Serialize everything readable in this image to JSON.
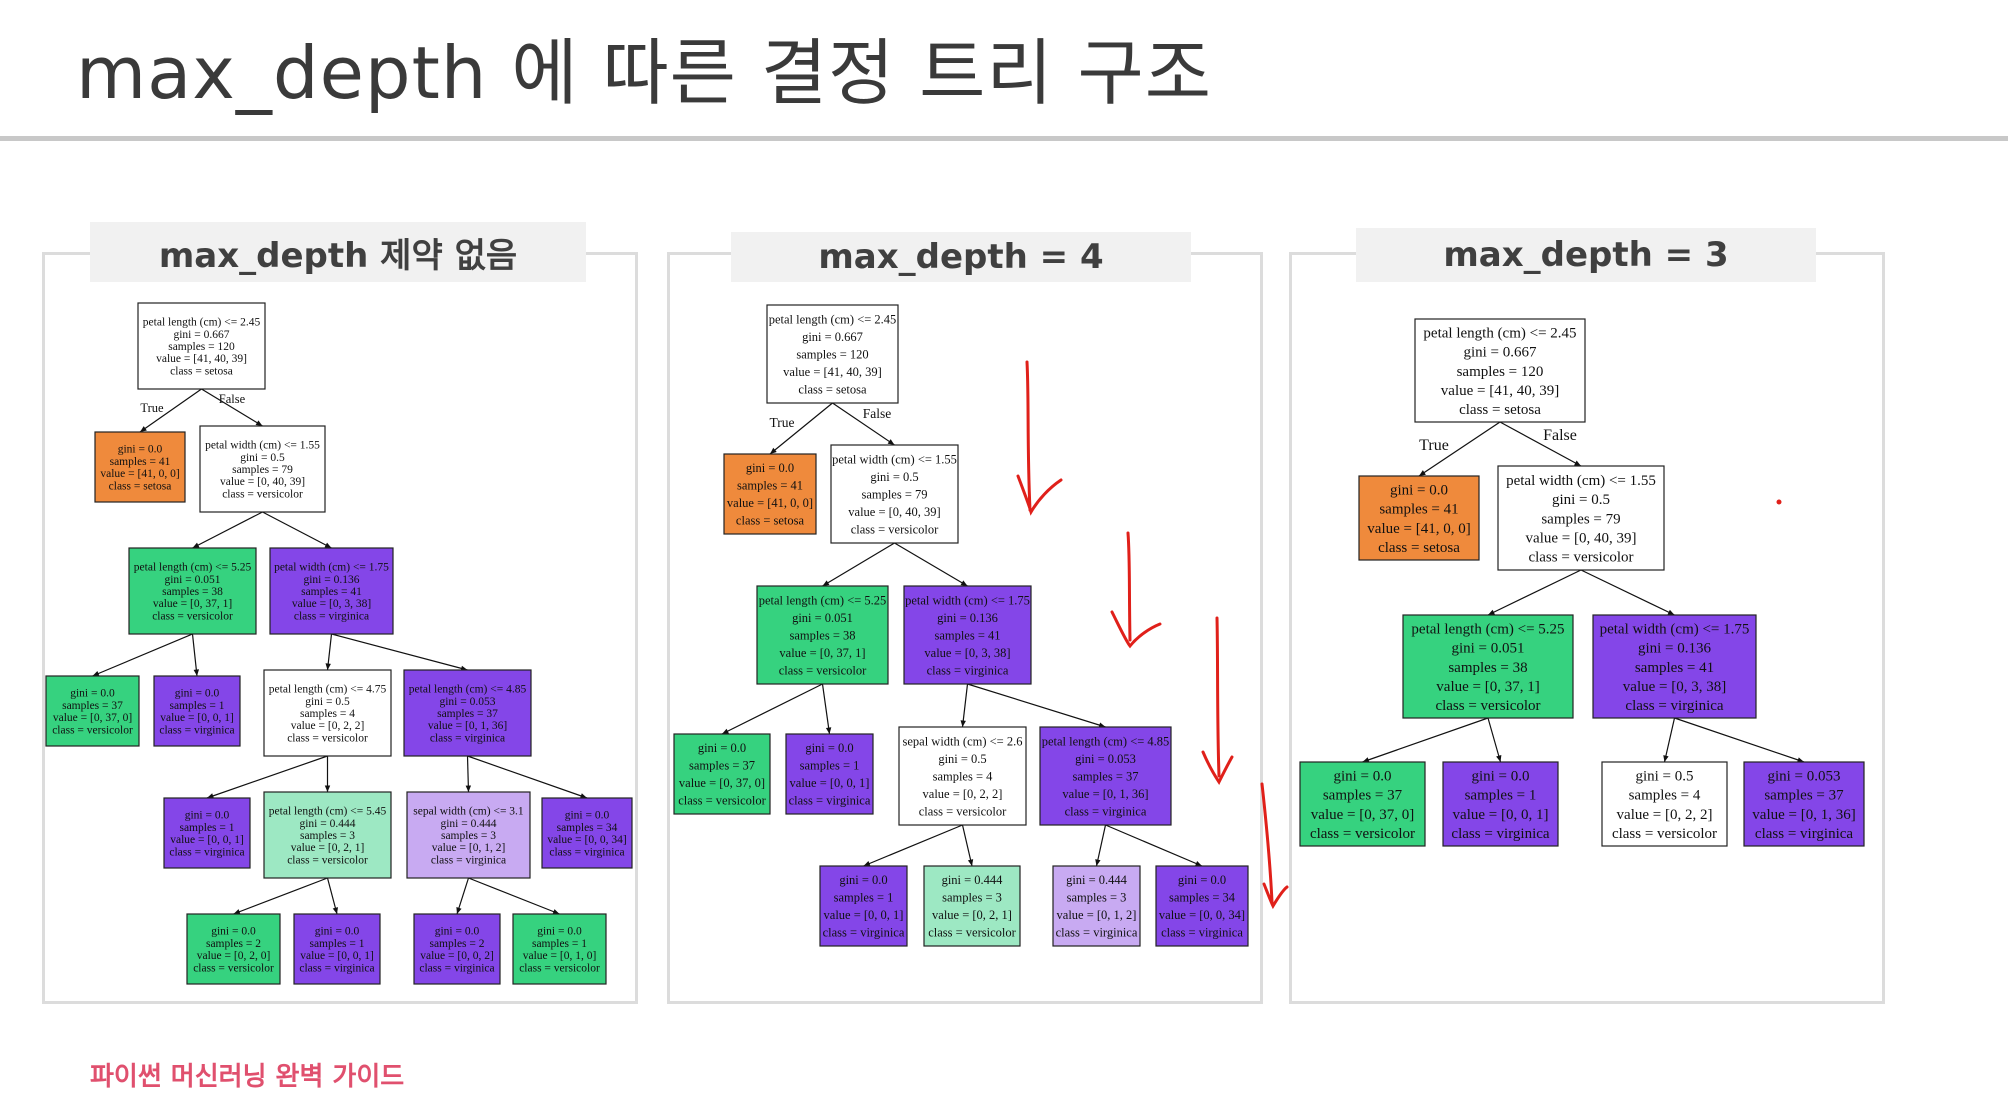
{
  "slide": {
    "title": "max_depth 에 따른 결정 트리 구조",
    "footer": "파이썬 머신러닝 완벽 가이드"
  },
  "colors": {
    "setosa": "#ef8a3c",
    "versicolor": "#36d27f",
    "versicolor_light": "#9de8c3",
    "virginica": "#8446e8",
    "virginica_light": "#c8aaf2",
    "neutral": "#ffffff",
    "annotation": "#e0201a"
  },
  "panels": [
    {
      "header": "max_depth 제약 없음",
      "true_label": "True",
      "false_label": "False",
      "nodes": [
        {
          "id": "n0",
          "lines": [
            "petal length (cm) <= 2.45",
            "gini = 0.667",
            "samples = 120",
            "value = [41, 40, 39]",
            "class = setosa"
          ],
          "fill": "neutral"
        },
        {
          "id": "n1",
          "lines": [
            "gini = 0.0",
            "samples = 41",
            "value = [41, 0, 0]",
            "class = setosa"
          ],
          "fill": "setosa"
        },
        {
          "id": "n2",
          "lines": [
            "petal width (cm) <= 1.55",
            "gini = 0.5",
            "samples = 79",
            "value = [0, 40, 39]",
            "class = versicolor"
          ],
          "fill": "neutral"
        },
        {
          "id": "n3",
          "lines": [
            "petal length (cm) <= 5.25",
            "gini = 0.051",
            "samples = 38",
            "value = [0, 37, 1]",
            "class = versicolor"
          ],
          "fill": "versicolor"
        },
        {
          "id": "n4",
          "lines": [
            "petal width (cm) <= 1.75",
            "gini = 0.136",
            "samples = 41",
            "value = [0, 3, 38]",
            "class = virginica"
          ],
          "fill": "virginica"
        },
        {
          "id": "n5",
          "lines": [
            "gini = 0.0",
            "samples = 37",
            "value = [0, 37, 0]",
            "class = versicolor"
          ],
          "fill": "versicolor"
        },
        {
          "id": "n6",
          "lines": [
            "gini = 0.0",
            "samples = 1",
            "value = [0, 0, 1]",
            "class = virginica"
          ],
          "fill": "virginica"
        },
        {
          "id": "n7",
          "lines": [
            "petal length (cm) <= 4.75",
            "gini = 0.5",
            "samples = 4",
            "value = [0, 2, 2]",
            "class = versicolor"
          ],
          "fill": "neutral"
        },
        {
          "id": "n8",
          "lines": [
            "petal length (cm) <= 4.85",
            "gini = 0.053",
            "samples = 37",
            "value = [0, 1, 36]",
            "class = virginica"
          ],
          "fill": "virginica"
        },
        {
          "id": "n9",
          "lines": [
            "gini = 0.0",
            "samples = 1",
            "value = [0, 0, 1]",
            "class = virginica"
          ],
          "fill": "virginica"
        },
        {
          "id": "n10",
          "lines": [
            "petal length (cm) <= 5.45",
            "gini = 0.444",
            "samples = 3",
            "value = [0, 2, 1]",
            "class = versicolor"
          ],
          "fill": "versicolor_light"
        },
        {
          "id": "n11",
          "lines": [
            "sepal width (cm) <= 3.1",
            "gini = 0.444",
            "samples = 3",
            "value = [0, 1, 2]",
            "class = virginica"
          ],
          "fill": "virginica_light"
        },
        {
          "id": "n12",
          "lines": [
            "gini = 0.0",
            "samples = 34",
            "value = [0, 0, 34]",
            "class = virginica"
          ],
          "fill": "virginica"
        },
        {
          "id": "n13",
          "lines": [
            "gini = 0.0",
            "samples = 2",
            "value = [0, 2, 0]",
            "class = versicolor"
          ],
          "fill": "versicolor"
        },
        {
          "id": "n14",
          "lines": [
            "gini = 0.0",
            "samples = 1",
            "value = [0, 0, 1]",
            "class = virginica"
          ],
          "fill": "virginica"
        },
        {
          "id": "n15",
          "lines": [
            "gini = 0.0",
            "samples = 2",
            "value = [0, 0, 2]",
            "class = virginica"
          ],
          "fill": "virginica"
        },
        {
          "id": "n16",
          "lines": [
            "gini = 0.0",
            "samples = 1",
            "value = [0, 1, 0]",
            "class = versicolor"
          ],
          "fill": "versicolor"
        }
      ],
      "edges": [
        [
          "n0",
          "n1"
        ],
        [
          "n0",
          "n2"
        ],
        [
          "n2",
          "n3"
        ],
        [
          "n2",
          "n4"
        ],
        [
          "n3",
          "n5"
        ],
        [
          "n3",
          "n6"
        ],
        [
          "n4",
          "n7"
        ],
        [
          "n4",
          "n8"
        ],
        [
          "n7",
          "n9"
        ],
        [
          "n7",
          "n10"
        ],
        [
          "n8",
          "n11"
        ],
        [
          "n8",
          "n12"
        ],
        [
          "n10",
          "n13"
        ],
        [
          "n10",
          "n14"
        ],
        [
          "n11",
          "n15"
        ],
        [
          "n11",
          "n16"
        ]
      ]
    },
    {
      "header": "max_depth = 4",
      "true_label": "True",
      "false_label": "False",
      "nodes": [
        {
          "id": "n0",
          "lines": [
            "petal length (cm) <= 2.45",
            "gini = 0.667",
            "samples = 120",
            "value = [41, 40, 39]",
            "class = setosa"
          ],
          "fill": "neutral"
        },
        {
          "id": "n1",
          "lines": [
            "gini = 0.0",
            "samples = 41",
            "value = [41, 0, 0]",
            "class = setosa"
          ],
          "fill": "setosa"
        },
        {
          "id": "n2",
          "lines": [
            "petal width (cm) <= 1.55",
            "gini = 0.5",
            "samples = 79",
            "value = [0, 40, 39]",
            "class = versicolor"
          ],
          "fill": "neutral"
        },
        {
          "id": "n3",
          "lines": [
            "petal length (cm) <= 5.25",
            "gini = 0.051",
            "samples = 38",
            "value = [0, 37, 1]",
            "class = versicolor"
          ],
          "fill": "versicolor"
        },
        {
          "id": "n4",
          "lines": [
            "petal width (cm) <= 1.75",
            "gini = 0.136",
            "samples = 41",
            "value = [0, 3, 38]",
            "class = virginica"
          ],
          "fill": "virginica"
        },
        {
          "id": "n5",
          "lines": [
            "gini = 0.0",
            "samples = 37",
            "value = [0, 37, 0]",
            "class = versicolor"
          ],
          "fill": "versicolor"
        },
        {
          "id": "n6",
          "lines": [
            "gini = 0.0",
            "samples = 1",
            "value = [0, 0, 1]",
            "class = virginica"
          ],
          "fill": "virginica"
        },
        {
          "id": "n7",
          "lines": [
            "sepal width (cm) <= 2.6",
            "gini = 0.5",
            "samples = 4",
            "value = [0, 2, 2]",
            "class = versicolor"
          ],
          "fill": "neutral"
        },
        {
          "id": "n8",
          "lines": [
            "petal length (cm) <= 4.85",
            "gini = 0.053",
            "samples = 37",
            "value = [0, 1, 36]",
            "class = virginica"
          ],
          "fill": "virginica"
        },
        {
          "id": "n9",
          "lines": [
            "gini = 0.0",
            "samples = 1",
            "value = [0, 0, 1]",
            "class = virginica"
          ],
          "fill": "virginica"
        },
        {
          "id": "n10",
          "lines": [
            "gini = 0.444",
            "samples = 3",
            "value = [0, 2, 1]",
            "class = versicolor"
          ],
          "fill": "versicolor_light"
        },
        {
          "id": "n11",
          "lines": [
            "gini = 0.444",
            "samples = 3",
            "value = [0, 1, 2]",
            "class = virginica"
          ],
          "fill": "virginica_light"
        },
        {
          "id": "n12",
          "lines": [
            "gini = 0.0",
            "samples = 34",
            "value = [0, 0, 34]",
            "class = virginica"
          ],
          "fill": "virginica"
        }
      ],
      "edges": [
        [
          "n0",
          "n1"
        ],
        [
          "n0",
          "n2"
        ],
        [
          "n2",
          "n3"
        ],
        [
          "n2",
          "n4"
        ],
        [
          "n3",
          "n5"
        ],
        [
          "n3",
          "n6"
        ],
        [
          "n4",
          "n7"
        ],
        [
          "n4",
          "n8"
        ],
        [
          "n7",
          "n9"
        ],
        [
          "n7",
          "n10"
        ],
        [
          "n8",
          "n11"
        ],
        [
          "n8",
          "n12"
        ]
      ]
    },
    {
      "header": "max_depth = 3",
      "true_label": "True",
      "false_label": "False",
      "nodes": [
        {
          "id": "n0",
          "lines": [
            "petal length (cm) <= 2.45",
            "gini = 0.667",
            "samples = 120",
            "value = [41, 40, 39]",
            "class = setosa"
          ],
          "fill": "neutral"
        },
        {
          "id": "n1",
          "lines": [
            "gini = 0.0",
            "samples = 41",
            "value = [41, 0, 0]",
            "class = setosa"
          ],
          "fill": "setosa"
        },
        {
          "id": "n2",
          "lines": [
            "petal width (cm) <= 1.55",
            "gini = 0.5",
            "samples = 79",
            "value = [0, 40, 39]",
            "class = versicolor"
          ],
          "fill": "neutral"
        },
        {
          "id": "n3",
          "lines": [
            "petal length (cm) <= 5.25",
            "gini = 0.051",
            "samples = 38",
            "value = [0, 37, 1]",
            "class = versicolor"
          ],
          "fill": "versicolor"
        },
        {
          "id": "n4",
          "lines": [
            "petal width (cm) <= 1.75",
            "gini = 0.136",
            "samples = 41",
            "value = [0, 3, 38]",
            "class = virginica"
          ],
          "fill": "virginica"
        },
        {
          "id": "n5",
          "lines": [
            "gini = 0.0",
            "samples = 37",
            "value = [0, 37, 0]",
            "class = versicolor"
          ],
          "fill": "versicolor"
        },
        {
          "id": "n6",
          "lines": [
            "gini = 0.0",
            "samples = 1",
            "value = [0, 0, 1]",
            "class = virginica"
          ],
          "fill": "virginica"
        },
        {
          "id": "n7",
          "lines": [
            "gini = 0.5",
            "samples = 4",
            "value = [0, 2, 2]",
            "class = versicolor"
          ],
          "fill": "neutral"
        },
        {
          "id": "n8",
          "lines": [
            "gini = 0.053",
            "samples = 37",
            "value = [0, 1, 36]",
            "class = virginica"
          ],
          "fill": "virginica"
        }
      ],
      "edges": [
        [
          "n0",
          "n1"
        ],
        [
          "n0",
          "n2"
        ],
        [
          "n2",
          "n3"
        ],
        [
          "n2",
          "n4"
        ],
        [
          "n3",
          "n5"
        ],
        [
          "n3",
          "n6"
        ],
        [
          "n4",
          "n7"
        ],
        [
          "n4",
          "n8"
        ]
      ]
    }
  ]
}
